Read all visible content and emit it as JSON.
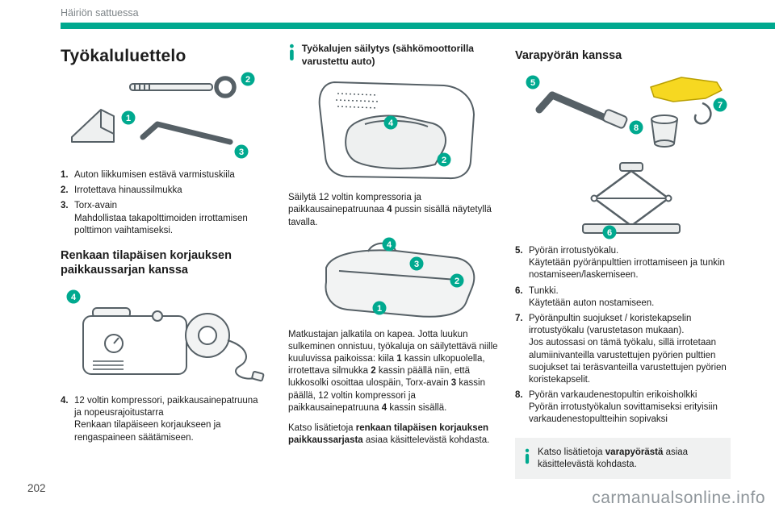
{
  "page": {
    "section_label": "Häiriön sattuessa",
    "page_number": "202",
    "watermark": "carmanualsonline.info",
    "accent_color": "#00a98f",
    "highlight_color": "#f6d821"
  },
  "badges": {
    "n1": "1",
    "n2": "2",
    "n3": "3",
    "n4": "4",
    "n5": "5",
    "n6": "6",
    "n7": "7",
    "n8": "8"
  },
  "col1": {
    "title": "Työkaluluettelo",
    "items": [
      {
        "num": "1.",
        "text": "Auton liikkumisen estävä varmistuskiila"
      },
      {
        "num": "2.",
        "text": "Irrotettava hinaussilmukka"
      },
      {
        "num": "3.",
        "text": "Torx-avain",
        "sub": "Mahdollistaa takapolttimoiden irrottamisen polttimon vaihtamiseksi."
      }
    ],
    "heading2": "Renkaan tilapäisen korjauksen paikkaussarjan kanssa",
    "item4": {
      "num": "4.",
      "text": "12 voltin kompressori, paikkausainepatruuna ja nopeusrajoitustarra",
      "sub": "Renkaan tilapäiseen korjaukseen ja rengaspaineen säätämiseen."
    }
  },
  "col2": {
    "info_title": "Työkalujen säilytys (sähkömoottorilla varustettu auto)",
    "para1": [
      "Säilytä 12 voltin kompressoria ja paikkausainepatruunaa ",
      "4",
      " pussin sisällä näytetyllä tavalla."
    ],
    "para2": [
      "Matkustajan jalkatila on kapea. Jotta luukun sulkeminen onnistuu, työkaluja on säilytettävä niille kuuluvissa paikoissa: kiila ",
      "1",
      " kassin ulkopuolella, irrotettava silmukka ",
      "2",
      " kassin päällä niin, että lukkosolki osoittaa ulospäin, Torx-avain ",
      "3",
      " kassin päällä, 12 voltin kompressori ja paikkausainepatruuna ",
      "4",
      " kassin sisällä."
    ],
    "para3": [
      "Katso lisätietoja ",
      "renkaan tilapäisen korjauksen paikkaussarjasta",
      " asiaa käsittelevästä kohdasta."
    ]
  },
  "col3": {
    "title": "Varapyörän kanssa",
    "items": [
      {
        "num": "5.",
        "text": "Pyörän irrotustyökalu.",
        "sub": "Käytetään pyöränpulttien irrottamiseen ja tunkin nostamiseen/laskemiseen."
      },
      {
        "num": "6.",
        "text": "Tunkki.",
        "sub": "Käytetään auton nostamiseen."
      },
      {
        "num": "7.",
        "text": "Pyöränpultin suojukset / koristekapselin irrotustyökalu (varustetason mukaan).",
        "sub": "Jos autossasi on tämä työkalu, sillä irrotetaan alumiinivanteilla varustettujen pyörien pulttien suojukset tai teräsvanteilla varustettujen pyörien koristekapselit."
      },
      {
        "num": "8.",
        "text": "Pyörän varkaudenestopultin erikoisholkki",
        "sub": "Pyörän irrotustyökalun sovittamiseksi erityisiin varkaudenestopultteihin sopivaksi"
      }
    ],
    "info": [
      "Katso lisätietoja ",
      "varapyörästä",
      " asiaa käsittelevästä kohdasta."
    ]
  }
}
